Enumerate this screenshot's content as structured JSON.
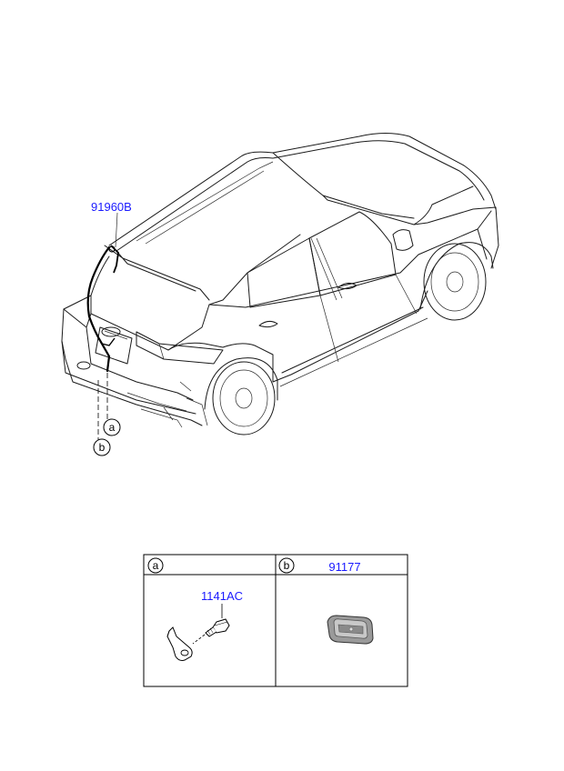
{
  "callouts": {
    "harness_part": "91960B",
    "letter_a": "a",
    "letter_b": "b"
  },
  "detail_table": {
    "cells": [
      {
        "letter": "a",
        "parts": [
          "1141AC"
        ]
      },
      {
        "letter": "b",
        "parts": [
          "91177"
        ]
      }
    ]
  },
  "colors": {
    "part_number_link": "#1a1aff",
    "line_art": "#1a1a1a",
    "grommet_fill": "#9a9a9a"
  }
}
